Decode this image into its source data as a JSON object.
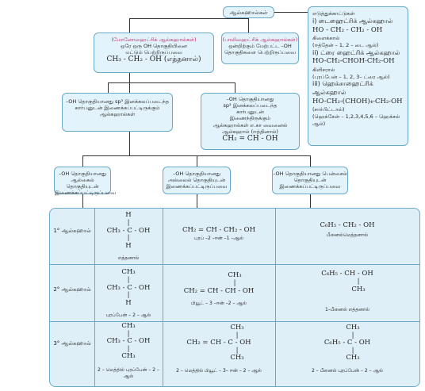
{
  "top": {
    "label": "ஆல்கஹால்கள்"
  },
  "mono": {
    "title": "(மோனோஹைட்ரிக் ஆல்கஹால்கள்)",
    "desc1": "ஒரே ஒரு OH தொகுதியினை",
    "desc2": "மட்டும் பெற்றிருப்பவை",
    "formula": "CH₃ - CH₂ - OH (எத்தனால்)"
  },
  "poly": {
    "title": "(பாலிஹைட்ரிக் ஆல்கஹால்கள்)",
    "desc1": "ஒன்றிற்கும் மேற்பட்ட –OH",
    "desc2": "தொகுதிகளை பெற்றிருப்பவை"
  },
  "sp3": {
    "line1": "–OH தொகுதியானது sp³ இனக்கலப்படைந்த",
    "line2": "கார்பனுடன் இணைக்கப்பட்டிருக்கும்",
    "line3": "ஆல்கஹால்கள்"
  },
  "sp2": {
    "line1": "–OH தொகுதியானது",
    "line2": "sp² இனக்கலப்படைந்த",
    "line3": "கார்பனுடன்",
    "line4": "இணைந்திருக்கும்",
    "line5": "ஆல்கஹால்கள் எ.கா வைனைல்",
    "line6": "ஆல்கஹால் (ஈத்தினால்)",
    "formula": "CH₂ = CH - OH"
  },
  "examples": {
    "heading": "எடுத்துக்காட்டுகள்",
    "i_title": "i) டைஹைட்ரிக் ஆல்கஹால்",
    "i_formula": "HO - CH₂ - CH₂ - OH",
    "i_name": "கிளைக்கால்",
    "i_sub": "(ஈத்தேன் – 1, 2 – டை ஆல்)",
    "ii_title": "ii) ட்ரை ஹைட்ரிக் ஆல்கஹால்",
    "ii_formula": "HO-CH₂-CHOH-CH₂-OH",
    "ii_name": "கிளிசரால்",
    "ii_sub": "(புரப்பேன் – 1, 2, 3– ட்ரை ஆல்)",
    "iii_title": "iii) ஹெக்சாஹைட்ரிக் ஆல்கஹால்",
    "iii_formula": "HO-CH₂-(CHOH)₄-CH₂-OH",
    "iii_name": "(சார்பிட்டால்)",
    "iii_sub": "(ஹெக்சேன் – 1,2,3,4,5,6 – ஹெக்சல் ஆல்)"
  },
  "cat": {
    "alkyl": "–OH தொகுதியானது ஆல்கைல் தொகுதியுடன் இணைக்கப்பட்டிருப்பவை",
    "allyl": "–OH தொகுதியானது அல்லைல் தொகுதியுடன் இணைக்கப்பட்டிருப்பவை",
    "benzyl": "–OH தொகுதியானது பென்சைல் தொகுதியுடன் இணைக்கப்பட்டிருப்பவை"
  },
  "rows": [
    {
      "label": "1° ஆல்கஹால்",
      "alkyl_name": "எத்தனால்",
      "allyl_formula": "CH₂ = CH - CH₂ - OH",
      "allyl_name": "புரப் –2 –ஈன் –1 –ஆல்",
      "benzyl_formula": "C₆H₅ - CH₂ - OH",
      "benzyl_name": "பீனைல்மெத்தனால்"
    },
    {
      "label": "2° ஆல்கஹால்",
      "alkyl_name": "புரப்பேன் – 2 – ஆல்",
      "allyl_formula": "CH₂ = CH - CH - OH",
      "allyl_name": "பியூட் – 3 –ஈன் –2 – ஆல்",
      "benzyl_formula": "C₆H₅ - CH - OH",
      "benzyl_name": "1–பீனைல் எத்தனால்"
    },
    {
      "label": "3° ஆல்கஹால்",
      "alkyl_name": "2 – மெத்தில் புரப்பேன் – 2 – ஆல்",
      "allyl_formula": "CH₂ = CH - C - OH",
      "allyl_name": "2 – மெத்தில் பியூட் – 3– ஈன் – 2 – ஆல்",
      "benzyl_formula": "C₆H₅ - C - OH",
      "benzyl_name": "2 – பீனைல் புரப்பேன் – 2 – ஆல்"
    }
  ],
  "struct": {
    "h": "H",
    "ch3": "CH₃",
    "ch3x": "CH₃ - C - OH",
    "ch3c": "CH₃ - C - OH",
    "cho": "- C - OH"
  }
}
